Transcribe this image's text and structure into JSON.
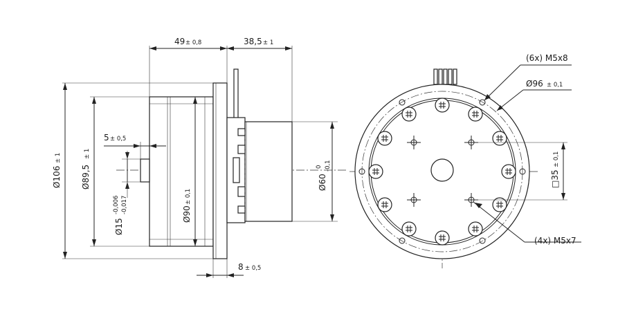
{
  "side_view": {
    "dim_length_body": {
      "value": "49",
      "tol": "± 0,8"
    },
    "dim_length_gear": {
      "value": "38,5",
      "tol": "± 1"
    },
    "dim_shaft_len": {
      "value": "5",
      "tol": "± 0,5"
    },
    "dim_flange": {
      "value": "Ø106",
      "tol": "± 1"
    },
    "dim_body_dia": {
      "value": "Ø89,5",
      "tol": "± 1"
    },
    "dim_shaft_dia": {
      "value": "Ø15",
      "tol_upper": "-0,006",
      "tol_lower": "-0,017"
    },
    "dim_inner_dia": {
      "value": "Ø90",
      "tol": "± 0,1"
    },
    "dim_gear_dia": {
      "value": "Ø60",
      "tol_upper": "0",
      "tol_lower": "-0,1"
    },
    "dim_flange_thk": {
      "value": "8",
      "tol": "± 0,5"
    }
  },
  "front_view": {
    "callout_holes_6": "(6x) M5x8",
    "callout_bolt_circle": {
      "value": "Ø96",
      "tol": "± 0,1"
    },
    "dim_square": {
      "value": "□35",
      "tol": "± 0,1"
    },
    "callout_holes_4": "(4x) M5x7"
  }
}
